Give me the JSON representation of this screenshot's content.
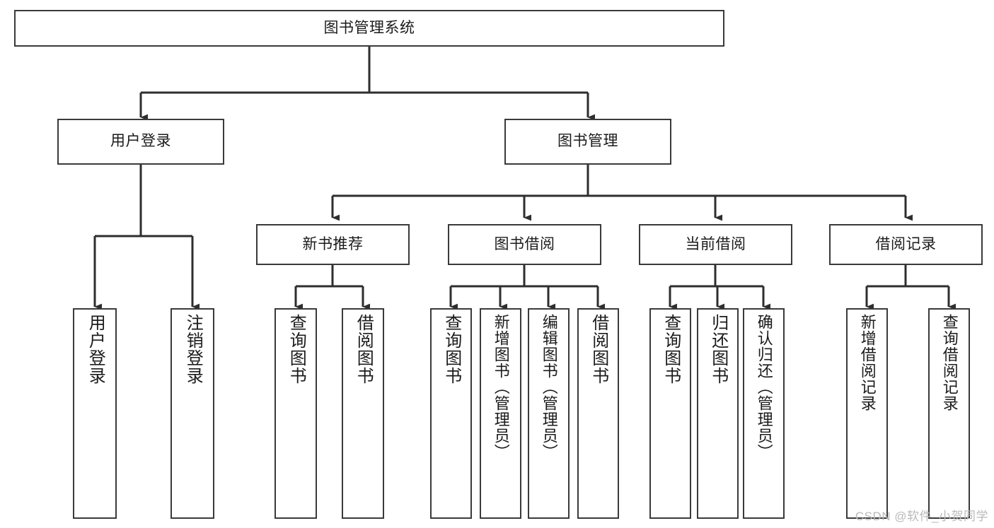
{
  "diagram": {
    "title": "图书管理系统",
    "watermark": "CSDN @软件_小贺同学",
    "colors": {
      "stroke": "#3a3a3a",
      "background": "#ffffff",
      "text": "#1b1b1b",
      "watermark": "#b9b9b9"
    },
    "nodes": {
      "root": {
        "label": "图书管理系统"
      },
      "level2": [
        {
          "label": "用户登录"
        },
        {
          "label": "图书管理"
        }
      ],
      "level3": [
        {
          "label": "新书推荐"
        },
        {
          "label": "图书借阅"
        },
        {
          "label": "当前借阅"
        },
        {
          "label": "借阅记录"
        }
      ],
      "leaves": {
        "user_login": [
          {
            "label": "用户登录"
          },
          {
            "label": "注销登录"
          }
        ],
        "new_book": [
          {
            "label": "查询图书"
          },
          {
            "label": "借阅图书"
          }
        ],
        "book_borrow": [
          {
            "label": "查询图书"
          },
          {
            "label": "新增图书（管理员）"
          },
          {
            "label": "编辑图书（管理员）"
          },
          {
            "label": "借阅图书"
          }
        ],
        "current_borrow": [
          {
            "label": "查询图书"
          },
          {
            "label": "归还图书"
          },
          {
            "label": "确认归还（管理员）"
          }
        ],
        "borrow_record": [
          {
            "label": "新增借阅记录"
          },
          {
            "label": "查询借阅记录"
          }
        ]
      }
    }
  }
}
